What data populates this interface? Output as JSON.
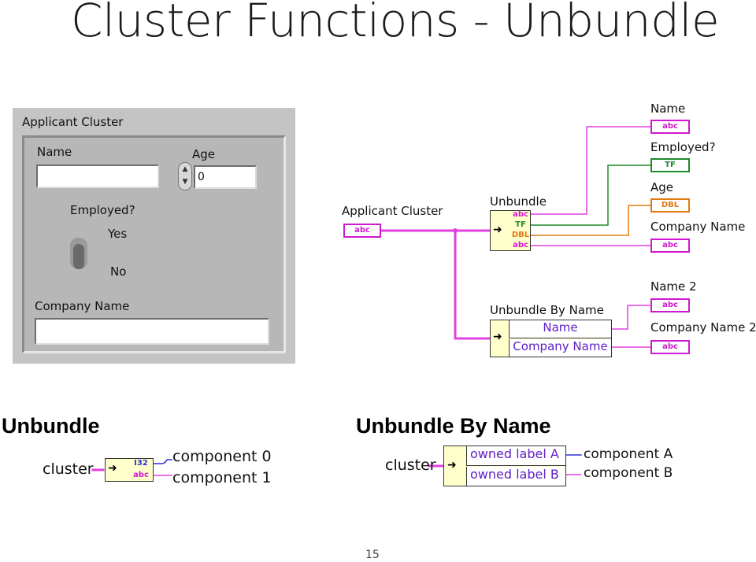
{
  "title": "Cluster Functions - Unbundle",
  "front_panel": {
    "cluster_title": "Applicant Cluster",
    "name_label": "Name",
    "age_label": "Age",
    "age_value": "0",
    "employed_label": "Employed?",
    "yes_label": "Yes",
    "no_label": "No",
    "company_label": "Company Name"
  },
  "block_diagram": {
    "source_label": "Applicant Cluster",
    "unbundle_label": "Unbundle",
    "unbundle_terms": [
      "abc",
      "TF",
      "DBL",
      "abc"
    ],
    "unbundle_by_name_label": "Unbundle By Name",
    "ubn_rows": [
      "Name",
      "Company Name"
    ],
    "outputs": [
      {
        "label": "Name",
        "term": "abc",
        "color": "#d018d0"
      },
      {
        "label": "Employed?",
        "term": "TF",
        "color": "#1e8a2a"
      },
      {
        "label": "Age",
        "term": "DBL",
        "color": "#e07a10"
      },
      {
        "label": "Company Name",
        "term": "abc",
        "color": "#d018d0"
      },
      {
        "label": "Name 2",
        "term": "abc",
        "color": "#d018d0"
      },
      {
        "label": "Company Name 2",
        "term": "abc",
        "color": "#d018d0"
      }
    ],
    "source_term": "abc"
  },
  "unbundle_example": {
    "heading": "Unbundle",
    "input_label": "cluster",
    "out0": "component 0",
    "out1": "component 1",
    "terms": [
      "I32",
      "abc"
    ]
  },
  "ubn_example": {
    "heading": "Unbundle By Name",
    "input_label": "cluster",
    "row_a": "owned label A",
    "row_b": "owned label B",
    "out_a": "component A",
    "out_b": "component B"
  },
  "page_number": "15",
  "colors": {
    "string_wire": "#e040e0",
    "bool_wire": "#1e8a2a",
    "dbl_wire": "#e07a10",
    "node_fill": "#ffffcc"
  }
}
